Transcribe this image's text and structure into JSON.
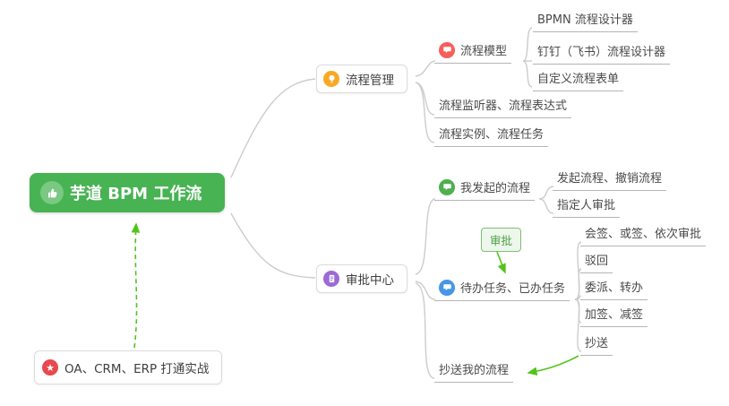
{
  "colors": {
    "root_bg": "#47b353",
    "arrow_green": "#52c41a",
    "connector_gray": "#cccccc",
    "leaf_underline": "#b5b5b5",
    "badge_border": "#7ec072",
    "badge_bg": "#edf7eb",
    "badge_text": "#4ca146",
    "icon_orange": "#f9a825",
    "icon_red": "#f65e5a",
    "icon_purple": "#9b6ad6",
    "icon_green": "#4cb050",
    "icon_blue": "#4596e6",
    "icon_star_red": "#e8484f"
  },
  "icons": {
    "star": "★"
  },
  "mindmap": {
    "root": {
      "label": "芋道 BPM 工作流",
      "icon": "thumbs-up-icon"
    },
    "process_management": {
      "label": "流程管理",
      "icon": "lightbulb-icon",
      "children": {
        "process_model": {
          "label": "流程模型",
          "icon": "chat-bubble-icon",
          "children": {
            "bpmn_designer": {
              "label": "BPMN 流程设计器"
            },
            "dingtalk_feishu_designer": {
              "label": "钉钉（飞书）流程设计器"
            },
            "custom_form": {
              "label": "自定义流程表单"
            }
          }
        },
        "listener_expression": {
          "label": "流程监听器、流程表达式"
        },
        "instance_task": {
          "label": "流程实例、流程任务"
        }
      }
    },
    "approval_center": {
      "label": "审批中心",
      "icon": "clipboard-icon",
      "children": {
        "my_initiated": {
          "label": "我发起的流程",
          "icon": "chat-bubble-icon",
          "children": {
            "initiate_cancel": {
              "label": "发起流程、撤销流程"
            },
            "assignee_approval": {
              "label": "指定人审批"
            }
          }
        },
        "approval_edge_label": {
          "label": "审批"
        },
        "todo_done": {
          "label": "待办任务、已办任务",
          "icon": "chat-bubble-icon",
          "children": {
            "countersign": {
              "label": "会签、或签、依次审批"
            },
            "reject": {
              "label": "驳回"
            },
            "delegate_transfer": {
              "label": "委派、转办"
            },
            "add_reduce_sign": {
              "label": "加签、减签"
            },
            "cc": {
              "label": "抄送"
            }
          }
        },
        "cc_my_process": {
          "label": "抄送我的流程"
        }
      }
    },
    "practice_note": {
      "label": "OA、CRM、ERP 打通实战",
      "icon": "star-icon"
    }
  }
}
